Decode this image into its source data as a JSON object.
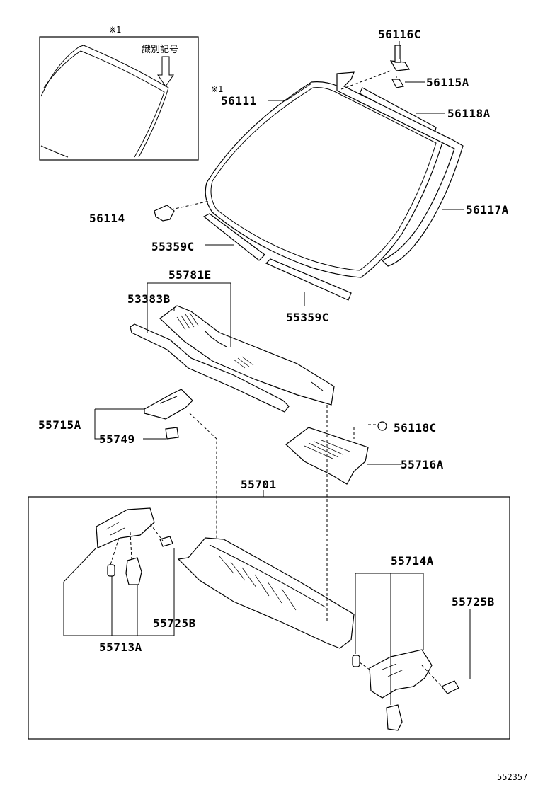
{
  "diagram_id": "552357",
  "inset": {
    "marker": "※1",
    "label": "識別記号"
  },
  "windshield_marker": "※1",
  "parts": {
    "p56116C": "56116C",
    "p56115A": "56115A",
    "p56111": "56111",
    "p56118A": "56118A",
    "p56117A": "56117A",
    "p56114": "56114",
    "p55359C_left": "55359C",
    "p55359C_right": "55359C",
    "p55781E": "55781E",
    "p53383B": "53383B",
    "p55715A": "55715A",
    "p55749": "55749",
    "p56118C": "56118C",
    "p55716A": "55716A",
    "p55701": "55701",
    "p55714A": "55714A",
    "p55725B_left": "55725B",
    "p55725B_right": "55725B",
    "p55713A": "55713A"
  }
}
